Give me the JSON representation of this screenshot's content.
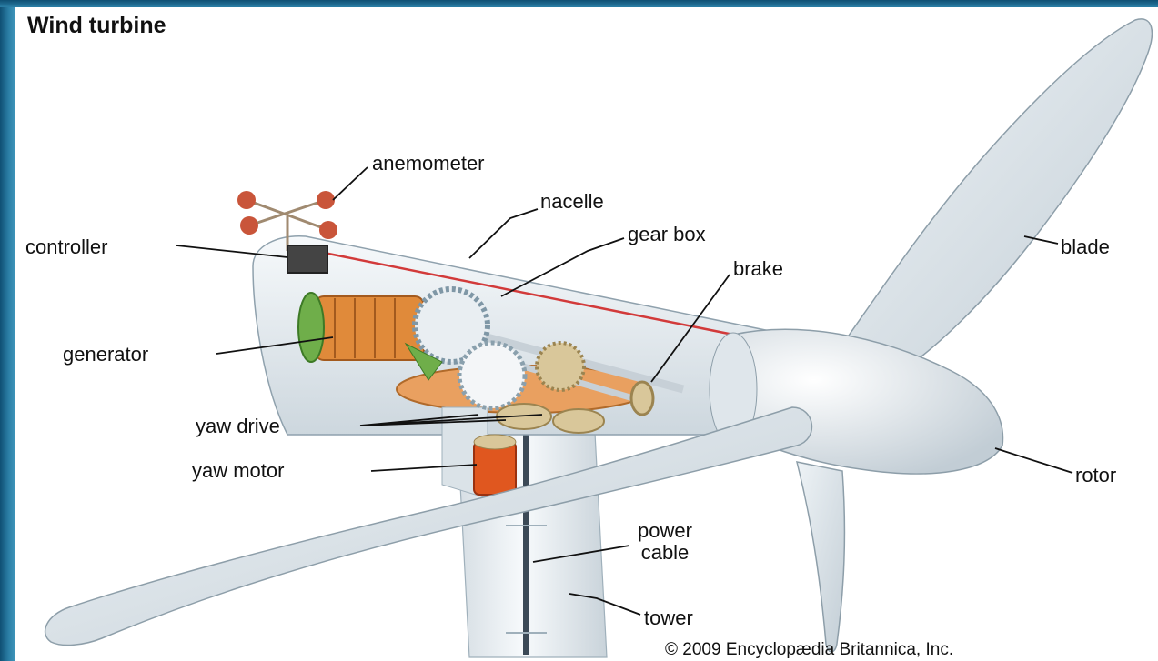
{
  "title": "Wind turbine",
  "labels": {
    "anemometer": "anemometer",
    "nacelle": "nacelle",
    "gear_box": "gear box",
    "brake": "brake",
    "blade": "blade",
    "controller": "controller",
    "generator": "generator",
    "yaw_drive": "yaw drive",
    "yaw_motor": "yaw motor",
    "rotor": "rotor",
    "power_cable_line1": "power",
    "power_cable_line2": "cable",
    "tower": "tower"
  },
  "copyright": "© 2009 Encyclopædia Britannica, Inc.",
  "colors": {
    "frame": "#1f6a8e",
    "housing": "#e8eef2",
    "generator": "#e08a3a",
    "gear": "#d9c79a",
    "yaw_motor": "#e0571f",
    "green_rim": "#6fae4a",
    "red_stripe": "#d23a3a",
    "anemometer_cup": "#c9553a"
  }
}
